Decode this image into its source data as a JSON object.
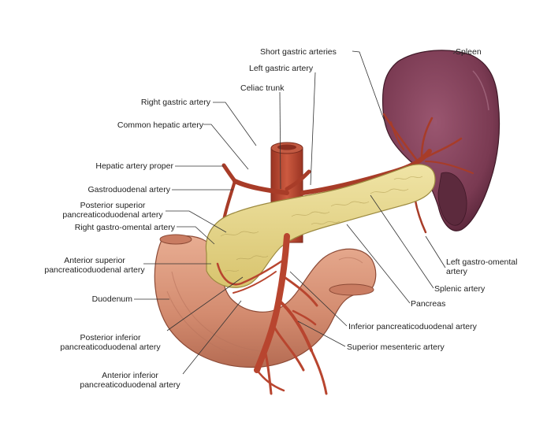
{
  "labels": {
    "short_gastric_arteries": "Short gastric arteries",
    "spleen": "Spleen",
    "left_gastric_artery": "Left gastric artery",
    "celiac_trunk": "Celiac trunk",
    "right_gastric_artery": "Right gastric artery",
    "common_hepatic_artery": "Common hepatic artery",
    "hepatic_artery_proper": "Hepatic artery proper",
    "gastroduodenal_artery": "Gastroduodenal artery",
    "posterior_superior_1": "Posterior superior",
    "posterior_superior_2": "pancreaticoduodenal artery",
    "right_gastro_omental": "Right gastro-omental artery",
    "anterior_superior_1": "Anterior superior",
    "anterior_superior_2": "pancreaticoduodenal artery",
    "duodenum": "Duodenum",
    "posterior_inferior_1": "Posterior inferior",
    "posterior_inferior_2": "pancreaticoduodenal artery",
    "anterior_inferior_1": "Anterior inferior",
    "anterior_inferior_2": "pancreaticoduodenal artery",
    "left_gastro_omental_1": "Left gastro-omental",
    "left_gastro_omental_2": "artery",
    "splenic_artery": "Splenic artery",
    "pancreas": "Pancreas",
    "inferior_pancreaticoduodenal": "Inferior pancreaticoduodenal artery",
    "superior_mesenteric": "Superior mesenteric artery"
  },
  "colors": {
    "spleen": "#7a3a52",
    "artery": "#b8452f",
    "pancreas": "#e8d98e",
    "duodenum": "#d9957a"
  }
}
